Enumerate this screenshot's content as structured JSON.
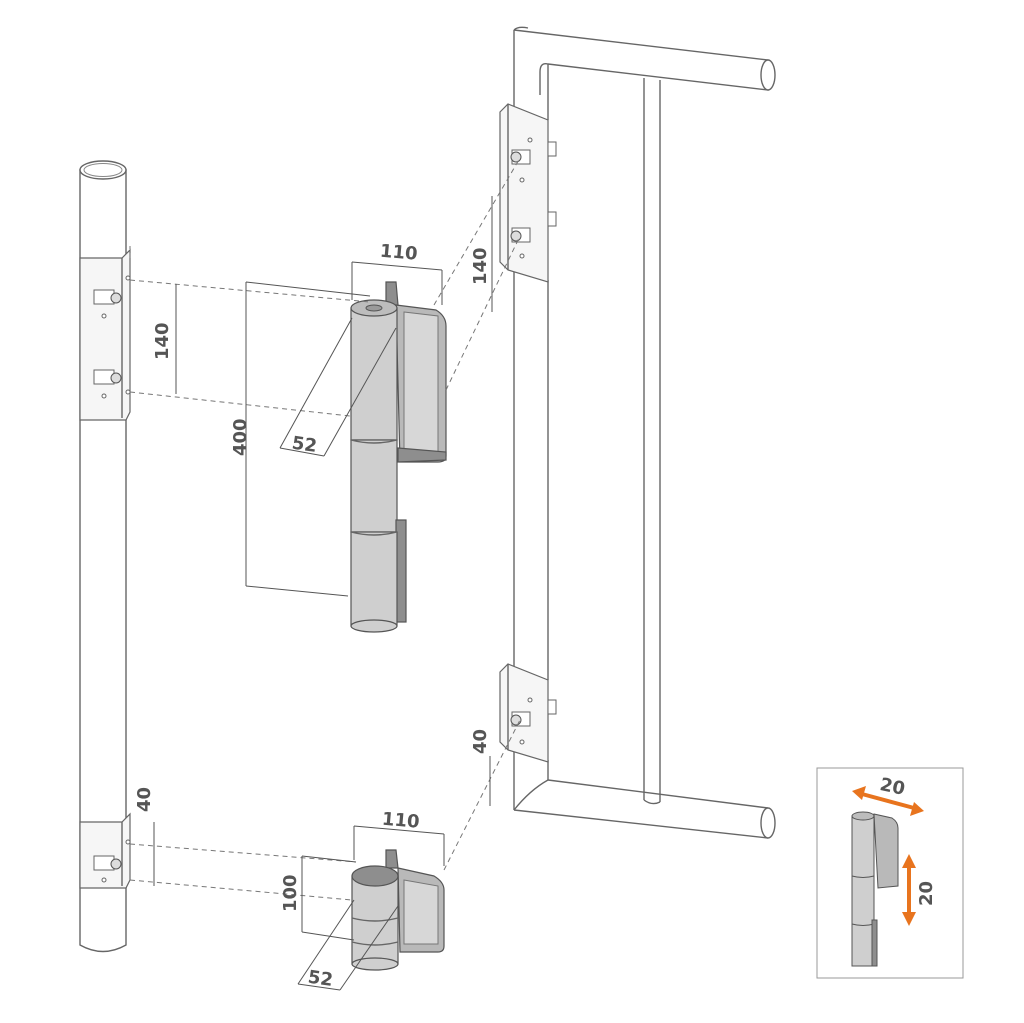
{
  "dimensions": {
    "upper_width": "110",
    "upper_spacing_left": "140",
    "upper_spacing_right": "140",
    "upper_height": "400",
    "upper_diameter": "52",
    "lower_width": "110",
    "lower_offset_left": "40",
    "lower_offset_right": "40",
    "lower_height": "100",
    "lower_diameter": "52"
  },
  "inset": {
    "horizontal_adjust": "20",
    "vertical_adjust": "20"
  },
  "colors": {
    "accent_arrows": "#e8741e",
    "dimension_text": "#555555"
  }
}
